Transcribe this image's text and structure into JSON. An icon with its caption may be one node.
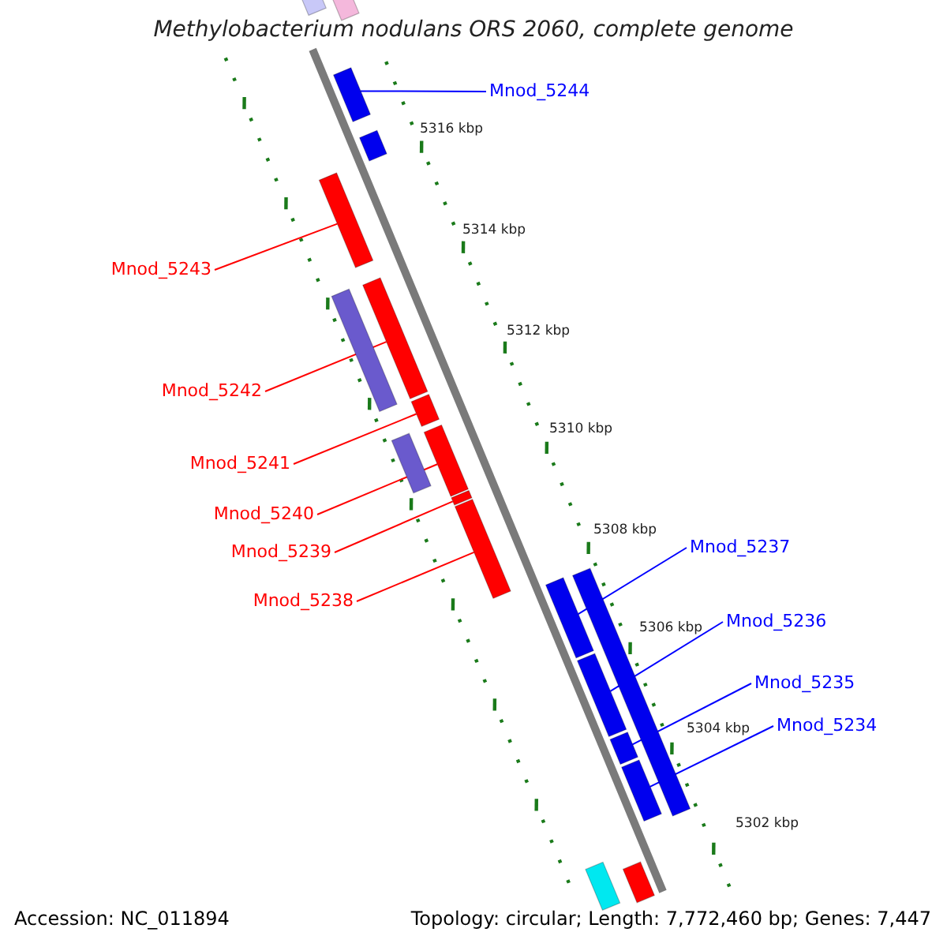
{
  "diagram": {
    "title": "Methylobacterium nodulans ORS 2060, complete genome",
    "nodes": [
      {
        "text": [
          "Mnod_5244"
        ]
      },
      {
        "text": [
          "Mnod_5243"
        ]
      },
      {
        "text": [
          "Mnod_5242"
        ]
      },
      {
        "text": [
          "Mnod_5241"
        ]
      },
      {
        "text": [
          "Mnod_5240"
        ]
      },
      {
        "text": [
          "Mnod_5239"
        ]
      },
      {
        "text": [
          "Mnod_5238"
        ]
      },
      {
        "text": [
          "Mnod_5237"
        ]
      },
      {
        "text": [
          "Mnod_5236"
        ]
      },
      {
        "text": [
          "Mnod_5235"
        ]
      },
      {
        "text": [
          "Mnod_5234"
        ]
      },
      {
        "text": [],
        "shape": "bar"
      },
      {
        "text": [],
        "shape": "bar"
      },
      {
        "text": [],
        "shape": "bar"
      },
      {
        "text": [],
        "shape": "bar"
      },
      {
        "text": [],
        "shape": "bar"
      },
      {
        "text": [],
        "shape": "bar"
      },
      {
        "text": [],
        "shape": "bar"
      },
      {
        "text": [],
        "shape": "bar"
      },
      {
        "text": [],
        "shape": "bar"
      },
      {
        "text": [],
        "shape": "bar"
      },
      {
        "text": [],
        "shape": "bar"
      },
      {
        "text": [],
        "shape": "bar"
      },
      {
        "text": [],
        "shape": "bar"
      },
      {
        "text": [],
        "shape": "bar"
      },
      {
        "text": [],
        "shape": "bar"
      },
      {
        "text": [],
        "shape": "bar"
      },
      {
        "text": [],
        "shape": "bar"
      },
      {
        "text": [],
        "shape": "bar"
      },
      {
        "text": [],
        "shape": "bar"
      }
    ],
    "edges": [
      {
        "from": 0,
        "to": 11,
        "arrow": "none",
        "color": "#0000ff"
      },
      {
        "from": 1,
        "to": 12,
        "arrow": "none"
      },
      {
        "from": 2,
        "to": 13,
        "arrow": "none"
      },
      {
        "from": 3,
        "to": 14,
        "arrow": "none"
      },
      {
        "from": 4,
        "to": 15,
        "arrow": "none"
      },
      {
        "from": 5,
        "to": 16,
        "arrow": "none"
      },
      {
        "from": 6,
        "to": 17,
        "arrow": "none"
      },
      {
        "from": 7,
        "to": 18,
        "arrow": "none",
        "color": "#0000ff"
      },
      {
        "from": 8,
        "to": 19,
        "arrow": "none",
        "color": "#0000ff"
      },
      {
        "from": 9,
        "to": 20,
        "arrow": "none",
        "color": "#0000ff"
      },
      {
        "from": 10,
        "to": 21,
        "arrow": "none",
        "color": "#0000ff"
      }
    ],
    "labels": [
      "5316 kbp",
      "5314 kbp",
      "5312 kbp",
      "5310 kbp",
      "5308 kbp",
      "5306 kbp",
      "5304 kbp",
      "5302 kbp",
      "Accession: NC_011894",
      "Topology: circular; Length: 7,772,460 bp; Genes: 7,447"
    ]
  }
}
